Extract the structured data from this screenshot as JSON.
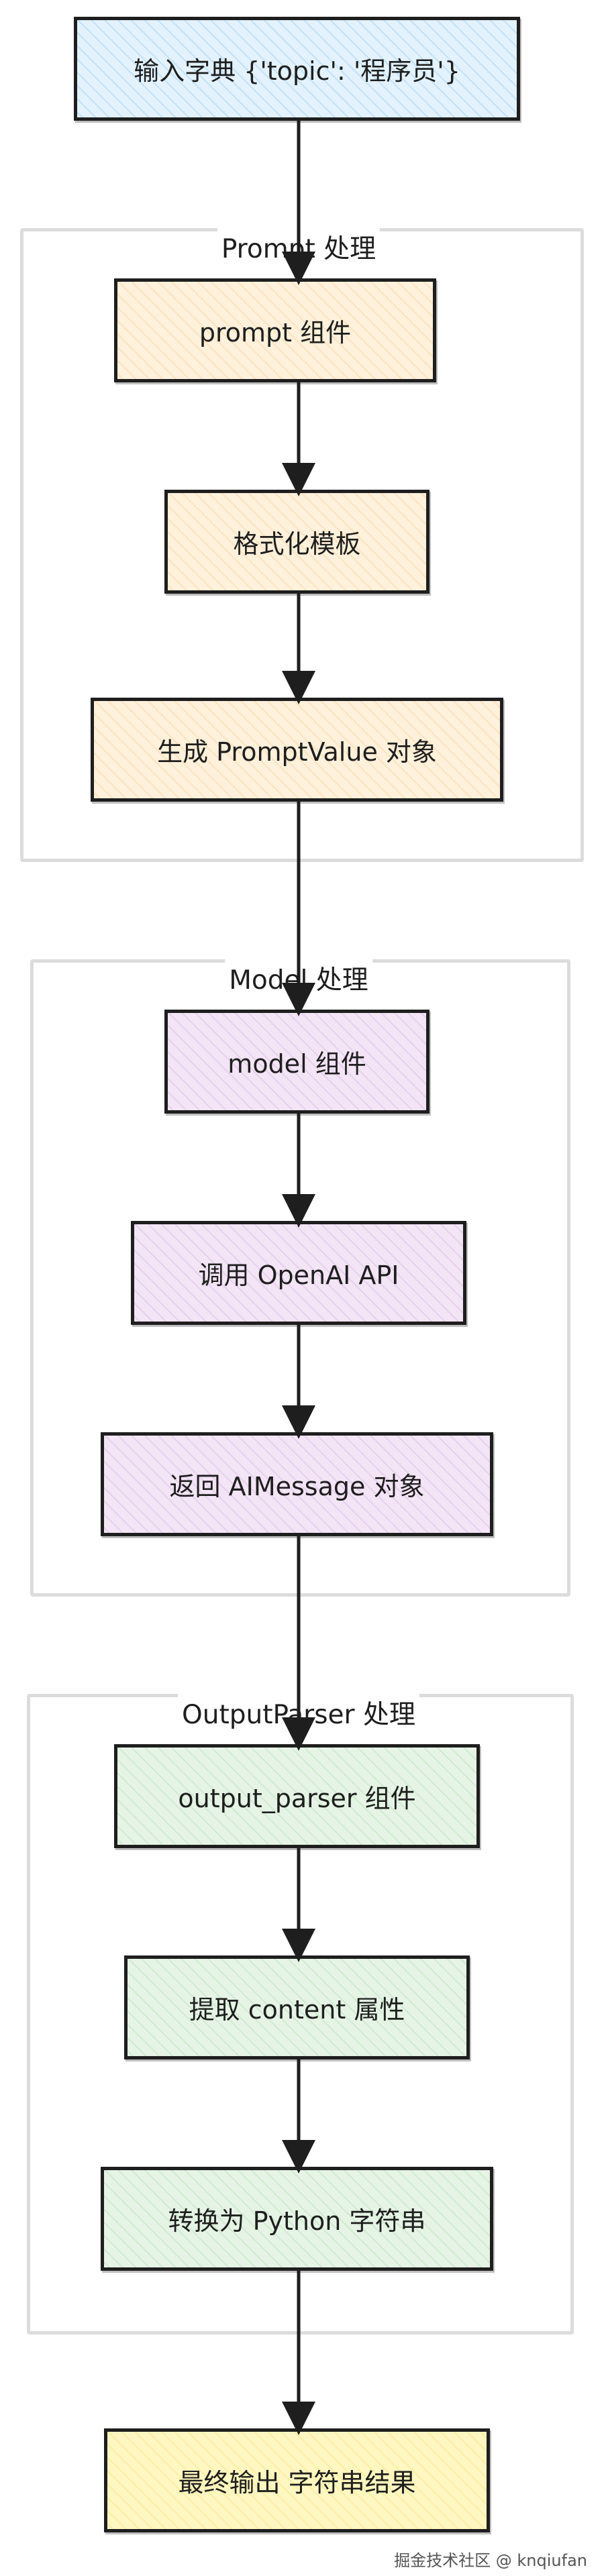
{
  "input_node": {
    "label": "输入字典 {'topic': '程序员'}",
    "fill": "#e3f2fd"
  },
  "groups": [
    {
      "id": "prompt",
      "title": "Prompt 处理",
      "fill": "#fff1dc",
      "nodes": [
        {
          "id": "prompt-component",
          "label": "prompt 组件"
        },
        {
          "id": "format-template",
          "label": "格式化模板"
        },
        {
          "id": "generate-promptvalue",
          "label": "生成 PromptValue 对象"
        }
      ]
    },
    {
      "id": "model",
      "title": "Model 处理",
      "fill": "#f3e5f5",
      "nodes": [
        {
          "id": "model-component",
          "label": "model 组件"
        },
        {
          "id": "call-openai",
          "label": "调用 OpenAI API"
        },
        {
          "id": "return-aimessage",
          "label": "返回 AIMessage 对象"
        }
      ]
    },
    {
      "id": "outputparser",
      "title": "OutputParser 处理",
      "fill": "#e6f4e6",
      "nodes": [
        {
          "id": "output-parser-component",
          "label": "output_parser 组件"
        },
        {
          "id": "extract-content",
          "label": "提取 content 属性"
        },
        {
          "id": "convert-python-string",
          "label": "转换为 Python 字符串"
        }
      ]
    }
  ],
  "output_node": {
    "label": "最终输出 字符串结果",
    "fill": "#fff7c2"
  },
  "watermark": "掘金技术社区 @ knqiufan"
}
